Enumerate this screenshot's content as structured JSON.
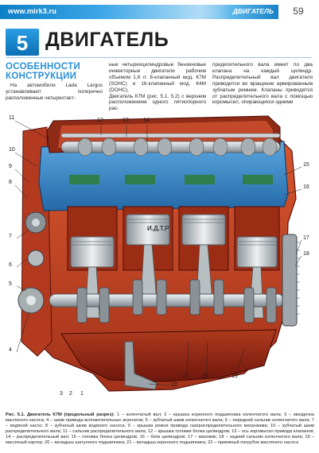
{
  "header": {
    "site_url": "www.mirk3.ru",
    "section": "ДВИГАТЕЛЬ",
    "page_number": "59"
  },
  "chapter": {
    "number": "5",
    "title": "ДВИГАТЕЛЬ"
  },
  "section_heading": "ОСОБЕННОСТИ КОНСТРУКЦИИ",
  "body": {
    "col1": "На автомобили Lada Largus устанавливают поперечно расположенные четырехтакт-",
    "col2": "ные четырехцилиндровые бензиновые инжекторные двигатели рабочим объемом 1,6 л: 8-клапанный мод. К7М (SOHC) и 16-клапанный мод. К4М (DOHC).\n    Двигатель К7М (рис. 5.1, 5.2) с верхним расположением одного пятиопорного рас-",
    "col3": "пределительного вала имеет по два клапана на каждый цилиндр. Распределительный вал двигателя приводится во вращение армированным зубчатым ремнем. Клапаны приводятся от распределительного вала с помощью коромысел, опирающихся одними"
  },
  "figure": {
    "engraving": "И.Д.Т.Р",
    "callouts": [
      "1",
      "2",
      "3",
      "4",
      "5",
      "6",
      "7",
      "8",
      "9",
      "10",
      "11",
      "12",
      "13",
      "14",
      "15",
      "16",
      "17",
      "18",
      "19",
      "20",
      "21",
      "22"
    ],
    "colors": {
      "block_red": "#c94426",
      "block_dark": "#7a1a10",
      "head_blue": "#3f8fd0",
      "head_dark": "#1d5f99",
      "metal_light": "#d9dde0",
      "metal_mid": "#9aa3a8",
      "green_passage": "#2f7d4a"
    }
  },
  "caption": {
    "title": "Рис. 5.1. Двигатель К7М (продольный разрез):",
    "text": " 1 – коленчатый вал; 2 – крышка коренного подшипника коленчатого вала; 3 – звездочка масляного насоса; 4 – шкив привода вспомогательных агрегатов; 5 – зубчатый шкив коленчатого вала; 6 – передний сальник коленчатого вала; 7 – водяной насос; 8 – зубчатый шкив водяного насоса; 9 – крышка ремня привода газораспределительного механизма; 10 – зубчатый шкив распределительного вала; 11 – сальник распределительного вала; 12 – крышка головки блока цилиндров; 13 – ось коромысел привода клапанов; 14 – распределительный вал; 15 – головка блока цилиндров; 16 – блок цилиндров; 17 – маховик; 18 – задний сальник коленчатого вала; 19 – масляный картер; 20 – вкладыш шатунного подшипника; 21 – вкладыш коренного подшипника; 22 – приемный патрубок масляного насоса"
  }
}
